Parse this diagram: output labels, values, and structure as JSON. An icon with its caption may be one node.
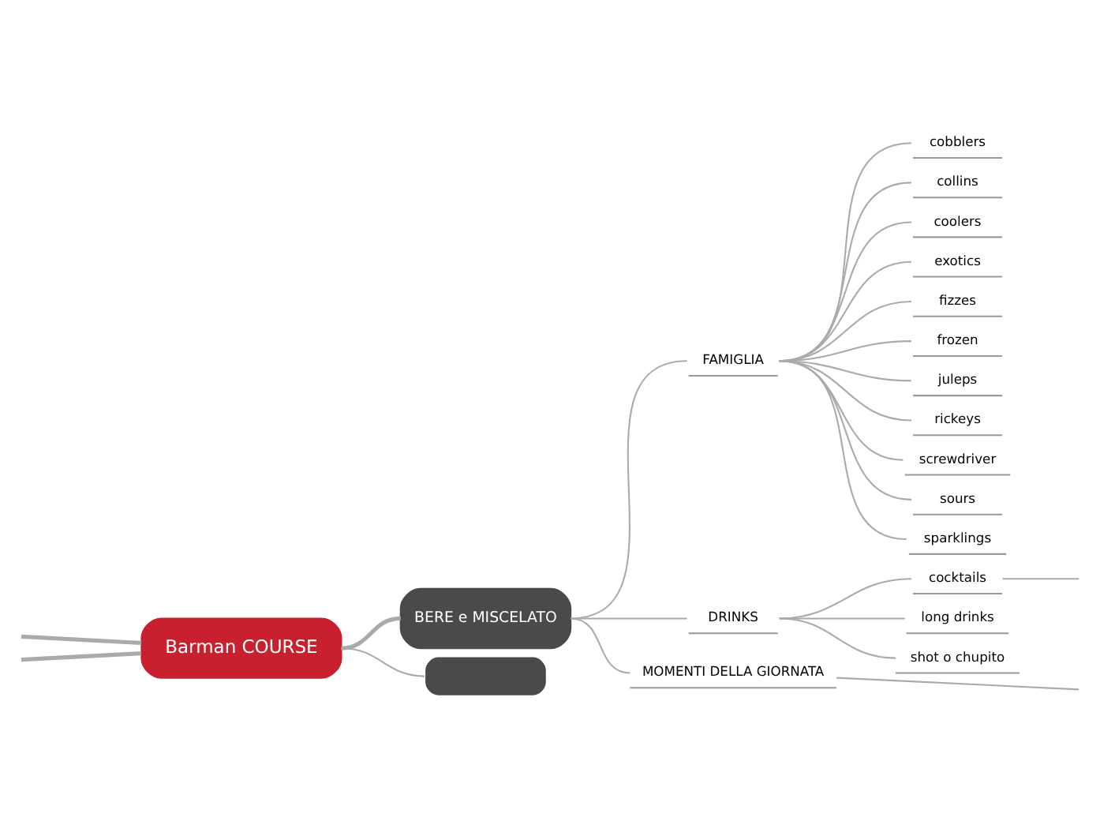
{
  "diagram": {
    "nodes": [
      {
        "text": [
          "Barman COURSE"
        ]
      },
      {
        "text": [
          "BERE e MISCELATO"
        ]
      },
      {
        "text": [
          "FAMIGLIA"
        ]
      },
      {
        "text": [
          "cobblers"
        ]
      },
      {
        "text": [
          "collins"
        ]
      },
      {
        "text": [
          "coolers"
        ]
      },
      {
        "text": [
          "exotics"
        ]
      },
      {
        "text": [
          "fizzes"
        ]
      },
      {
        "text": [
          "frozen"
        ]
      },
      {
        "text": [
          "juleps"
        ]
      },
      {
        "text": [
          "rickeys"
        ]
      },
      {
        "text": [
          "screwdriver"
        ]
      },
      {
        "text": [
          "sours"
        ]
      },
      {
        "text": [
          "sparklings"
        ]
      },
      {
        "text": [
          "DRINKS"
        ]
      },
      {
        "text": [
          "cocktails"
        ]
      },
      {
        "text": [
          "long drinks"
        ]
      },
      {
        "text": [
          "shot o chupito"
        ]
      },
      {
        "text": [
          "MOMENTI DELLA GIORNATA"
        ]
      },
      {
        "text": [],
        "shape": "box"
      }
    ],
    "edges": [
      {
        "from": 0,
        "to": null,
        "arrow": "none",
        "style": "thick"
      },
      {
        "from": 0,
        "to": null,
        "arrow": "none",
        "style": "thick"
      },
      {
        "from": 0,
        "to": 1,
        "arrow": "none",
        "style": "thick"
      },
      {
        "from": 0,
        "to": 19,
        "arrow": "none"
      },
      {
        "from": 1,
        "to": 2,
        "arrow": "none"
      },
      {
        "from": 1,
        "to": 14,
        "arrow": "none"
      },
      {
        "from": 1,
        "to": 18,
        "arrow": "none"
      },
      {
        "from": 2,
        "to": 3,
        "arrow": "none"
      },
      {
        "from": 2,
        "to": 4,
        "arrow": "none"
      },
      {
        "from": 2,
        "to": 5,
        "arrow": "none"
      },
      {
        "from": 2,
        "to": 6,
        "arrow": "none"
      },
      {
        "from": 2,
        "to": 7,
        "arrow": "none"
      },
      {
        "from": 2,
        "to": 8,
        "arrow": "none"
      },
      {
        "from": 2,
        "to": 9,
        "arrow": "none"
      },
      {
        "from": 2,
        "to": 10,
        "arrow": "none"
      },
      {
        "from": 2,
        "to": 11,
        "arrow": "none"
      },
      {
        "from": 2,
        "to": 12,
        "arrow": "none"
      },
      {
        "from": 2,
        "to": 13,
        "arrow": "none"
      },
      {
        "from": 14,
        "to": 15,
        "arrow": "none"
      },
      {
        "from": 14,
        "to": 16,
        "arrow": "none"
      },
      {
        "from": 14,
        "to": 17,
        "arrow": "none"
      },
      {
        "from": 15,
        "to": null,
        "arrow": "none"
      },
      {
        "from": 18,
        "to": null,
        "arrow": "none"
      }
    ]
  }
}
